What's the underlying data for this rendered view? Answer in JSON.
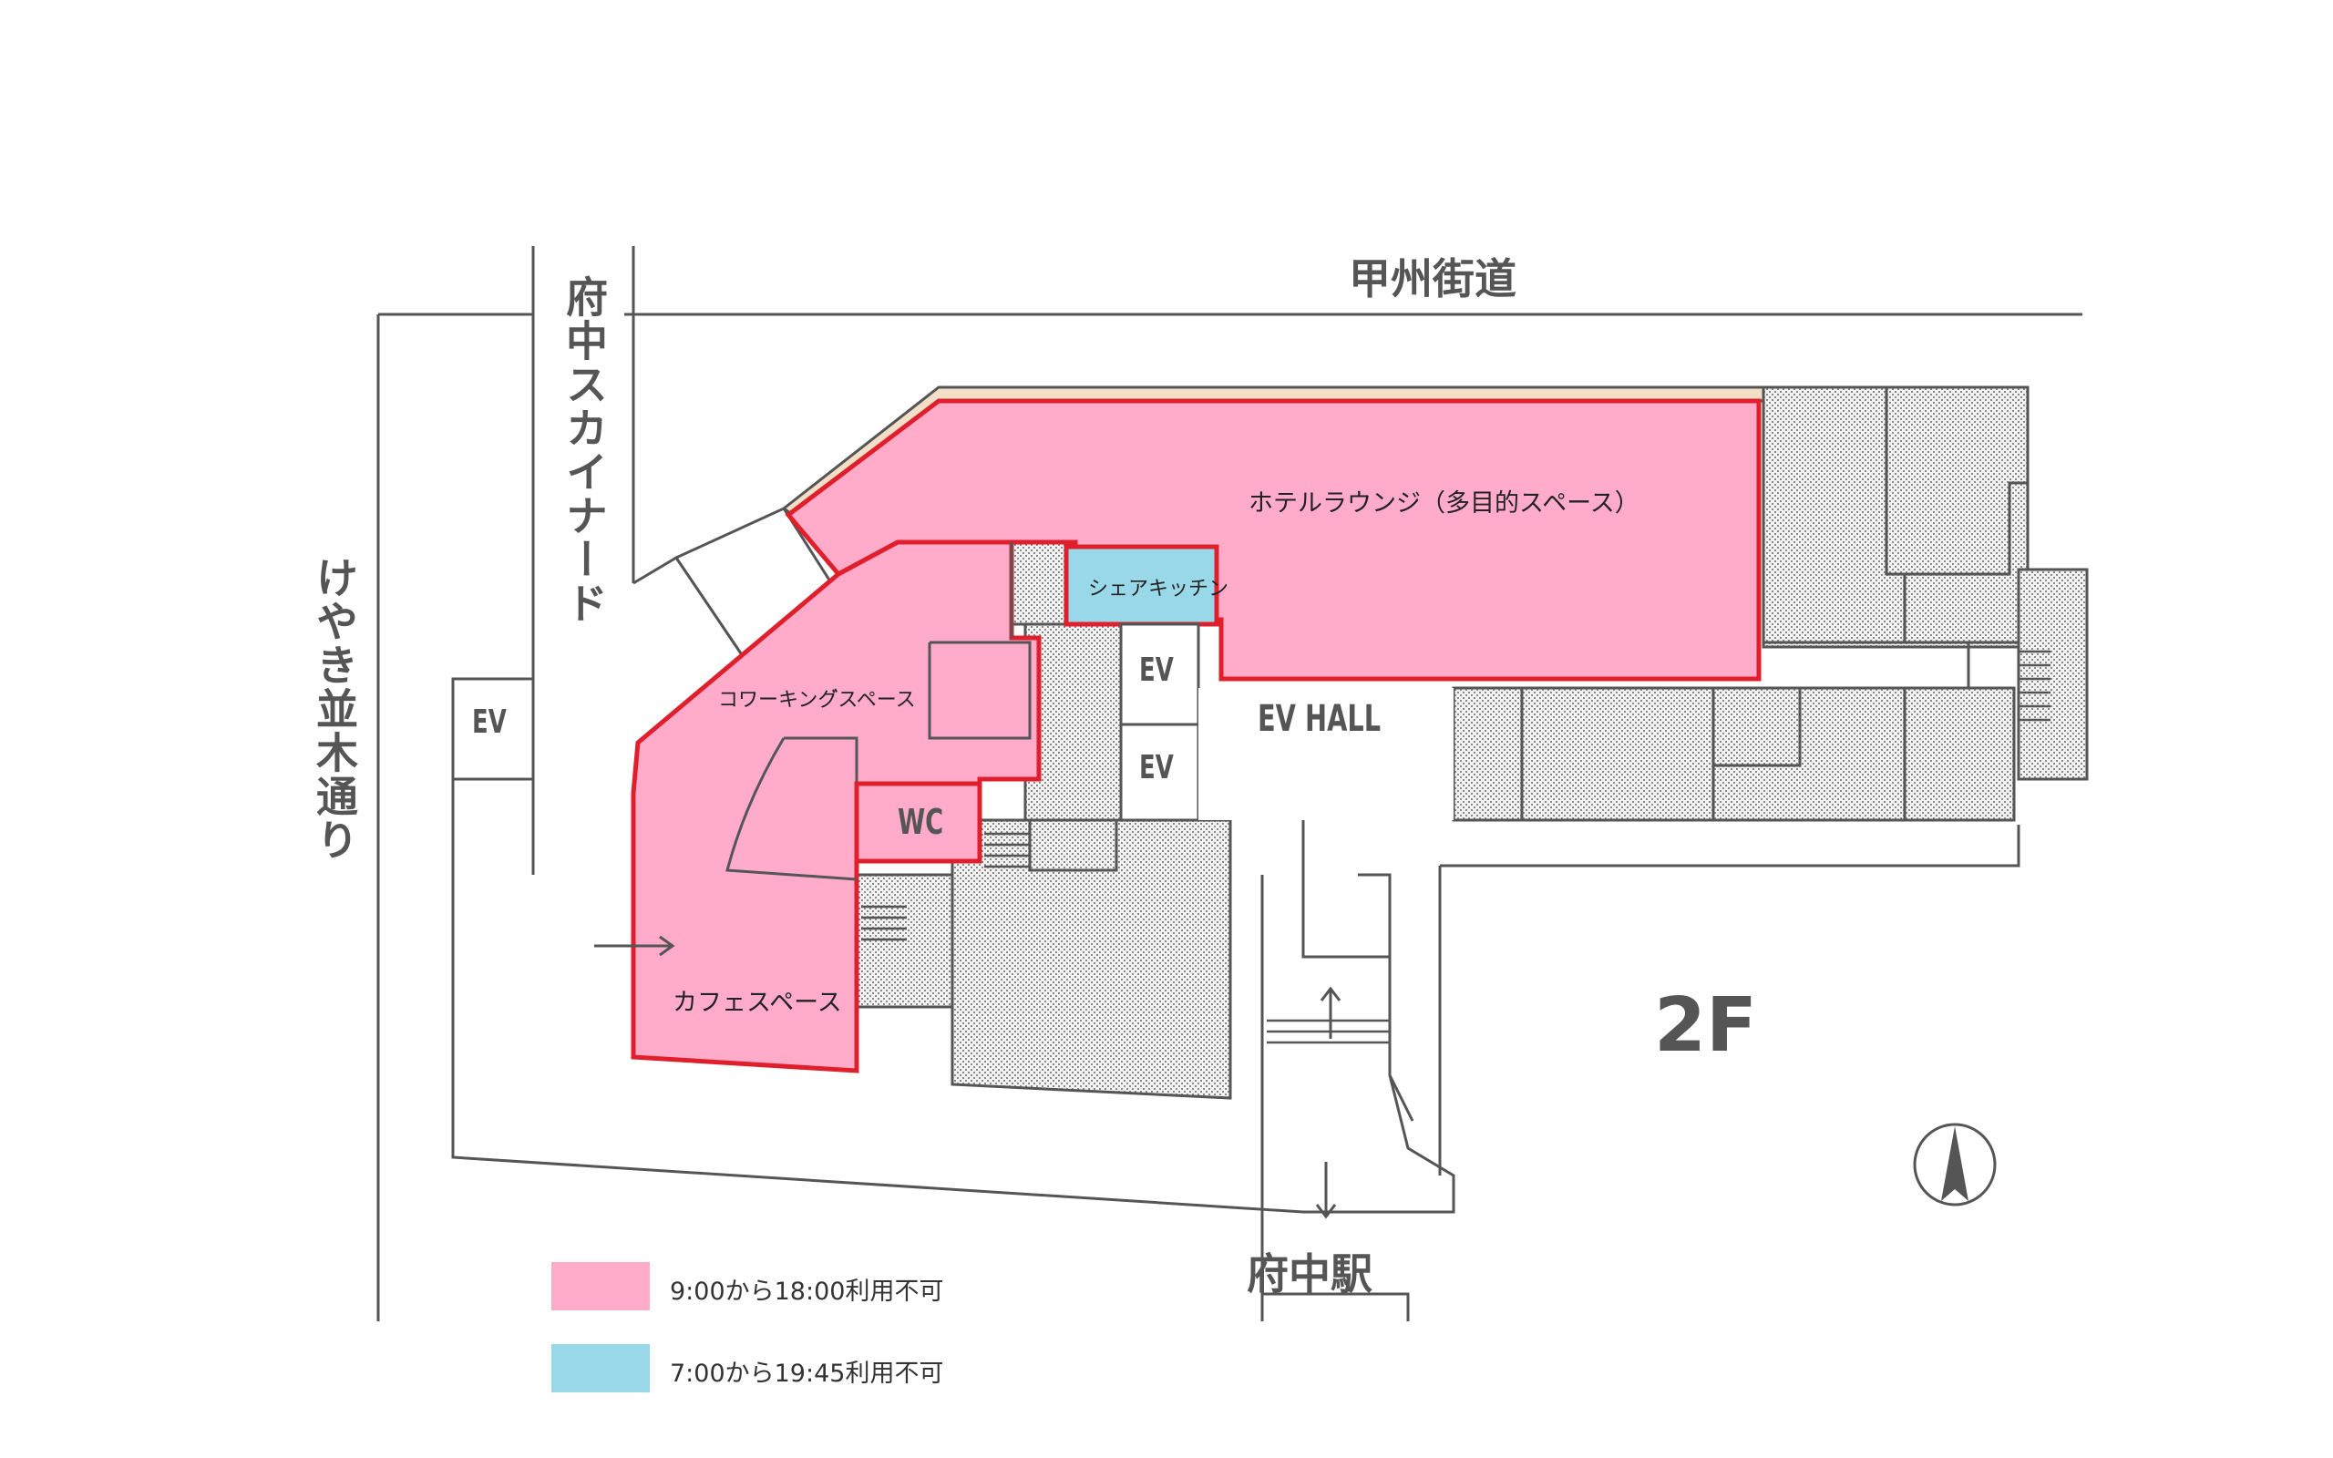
{
  "streets": {
    "koshu_kaido": "甲州街道",
    "fuchu_skynade": "府中スカイナード",
    "keyaki_namiki": "けやき並木通り",
    "fuchu_station": "府中駅"
  },
  "rooms": {
    "hotel_lounge": "ホテルラウンジ（多目的スペース）",
    "share_kitchen": "シェアキッチン",
    "coworking": "コワーキング゙スペース",
    "cafe": "カフェスペース",
    "wc": "WC",
    "ev_hall": "EV HALL",
    "ev_left": "EV",
    "ev_upper": "EV",
    "ev_lower": "EV"
  },
  "floor_label": "2F",
  "legend": [
    {
      "color": "#ffabc9",
      "text": "9:00から18:00利用不可"
    },
    {
      "color": "#99d8e8",
      "text": "7:00から19:45利用不可"
    }
  ],
  "colors": {
    "restricted_pink": "#ffabc9",
    "restricted_blue": "#99d8e8",
    "outline_red": "#e01f2d",
    "wall_gray": "#555555"
  },
  "icons": [
    "north-arrow-icon",
    "entrance-arrow-icon",
    "up-arrow-icon",
    "down-arrow-icon"
  ]
}
